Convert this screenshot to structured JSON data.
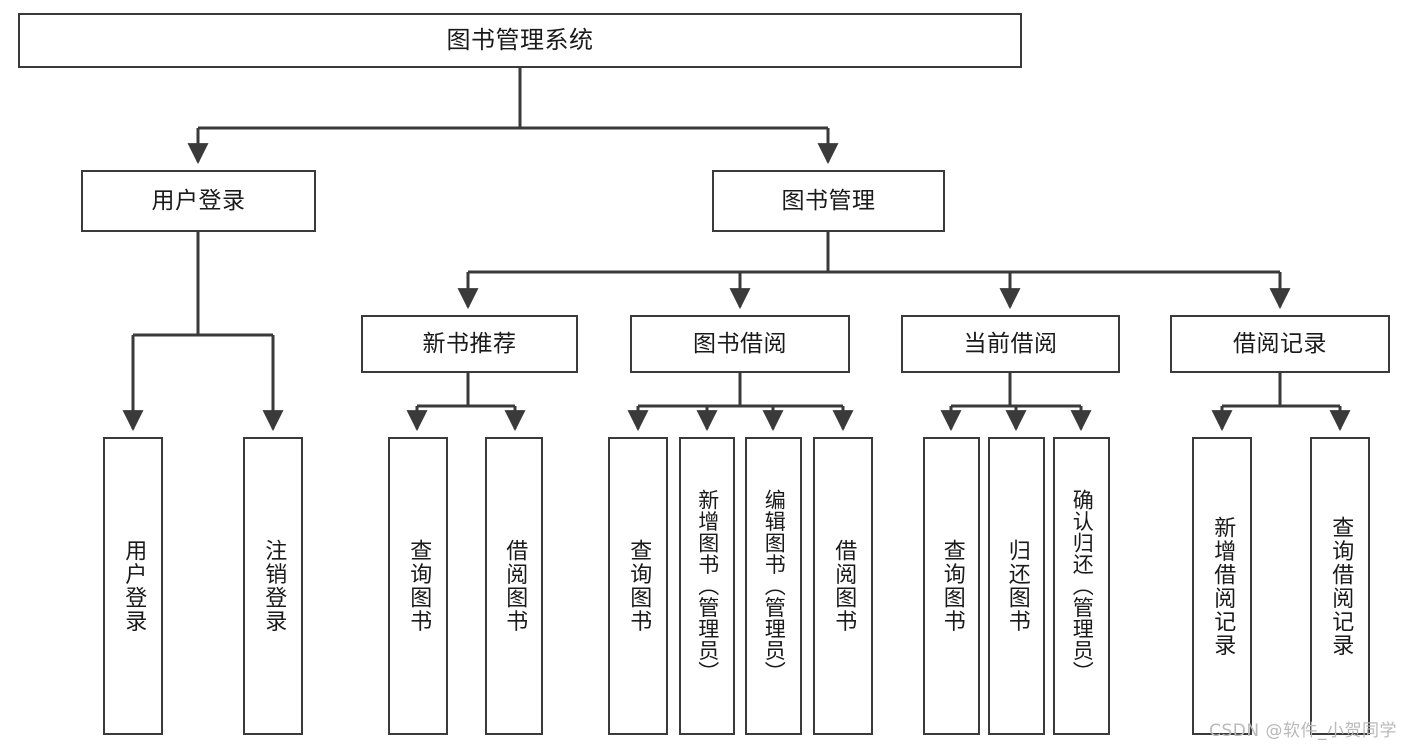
{
  "diagram": {
    "title": "图书管理系统",
    "type": "tree-hierarchy",
    "watermark": "CSDN @软件_小贺同学",
    "root": {
      "label": "图书管理系统"
    },
    "level2": [
      {
        "label": "用户登录"
      },
      {
        "label": "图书管理"
      }
    ],
    "level3": [
      {
        "label": "新书推荐"
      },
      {
        "label": "图书借阅"
      },
      {
        "label": "当前借阅"
      },
      {
        "label": "借阅记录"
      }
    ],
    "leaves": {
      "user_login": [
        {
          "label": "用户登录"
        },
        {
          "label": "注销登录"
        }
      ],
      "new_book_recommend": [
        {
          "label": "查询图书"
        },
        {
          "label": "借阅图书"
        }
      ],
      "book_borrow": [
        {
          "label": "查询图书"
        },
        {
          "label": "新增图书（管理员）"
        },
        {
          "label": "编辑图书（管理员）"
        },
        {
          "label": "借阅图书"
        }
      ],
      "current_borrow": [
        {
          "label": "查询图书"
        },
        {
          "label": "归还图书"
        },
        {
          "label": "确认归还（管理员）"
        }
      ],
      "borrow_record": [
        {
          "label": "新增借阅记录"
        },
        {
          "label": "查询借阅记录"
        }
      ]
    },
    "colors": {
      "stroke": "#3a3a3a",
      "fill": "#ffffff",
      "text": "#1a1a1a",
      "watermark": "#b9b9b9"
    }
  }
}
